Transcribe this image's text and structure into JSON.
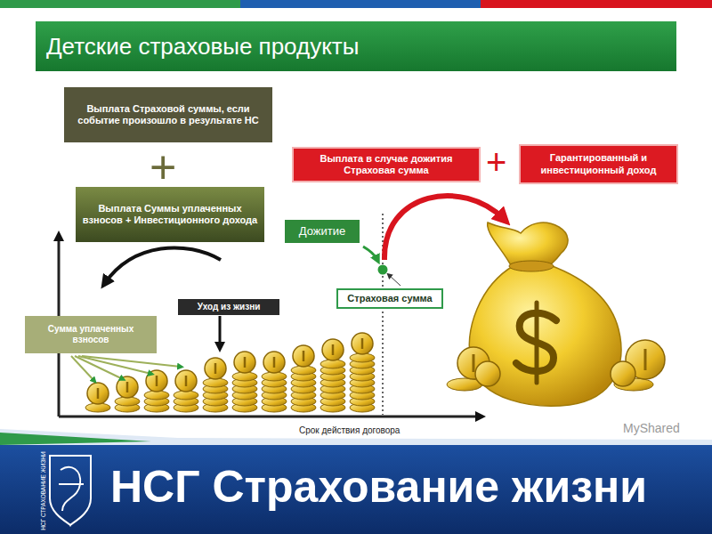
{
  "diagram": {
    "title": "Детские страховые продукты",
    "nodes": [
      {
        "text": [
          "Выплата Страховой суммы, если событие произошло в результате НС"
        ]
      },
      {
        "text": [
          "Выплата в случае дожития Страховая сумма"
        ]
      },
      {
        "text": [
          "Гарантированный и инвестиционный доход"
        ]
      },
      {
        "text": [
          "Выплата Суммы уплаченных взносов + Инвестиционного дохода"
        ]
      },
      {
        "text": [
          "Дожитие"
        ]
      },
      {
        "text": [
          "Страховая сумма"
        ]
      },
      {
        "text": [
          "Уход из жизни"
        ]
      },
      {
        "text": [
          "Сумма уплаченных взносов"
        ]
      }
    ],
    "labels": [
      "+",
      "+",
      "Срок действия договора",
      "НСГ СТРАХОВАНИЕ ЖИЗНИ",
      "НСГ Страхование жизни",
      "MyShared"
    ]
  }
}
